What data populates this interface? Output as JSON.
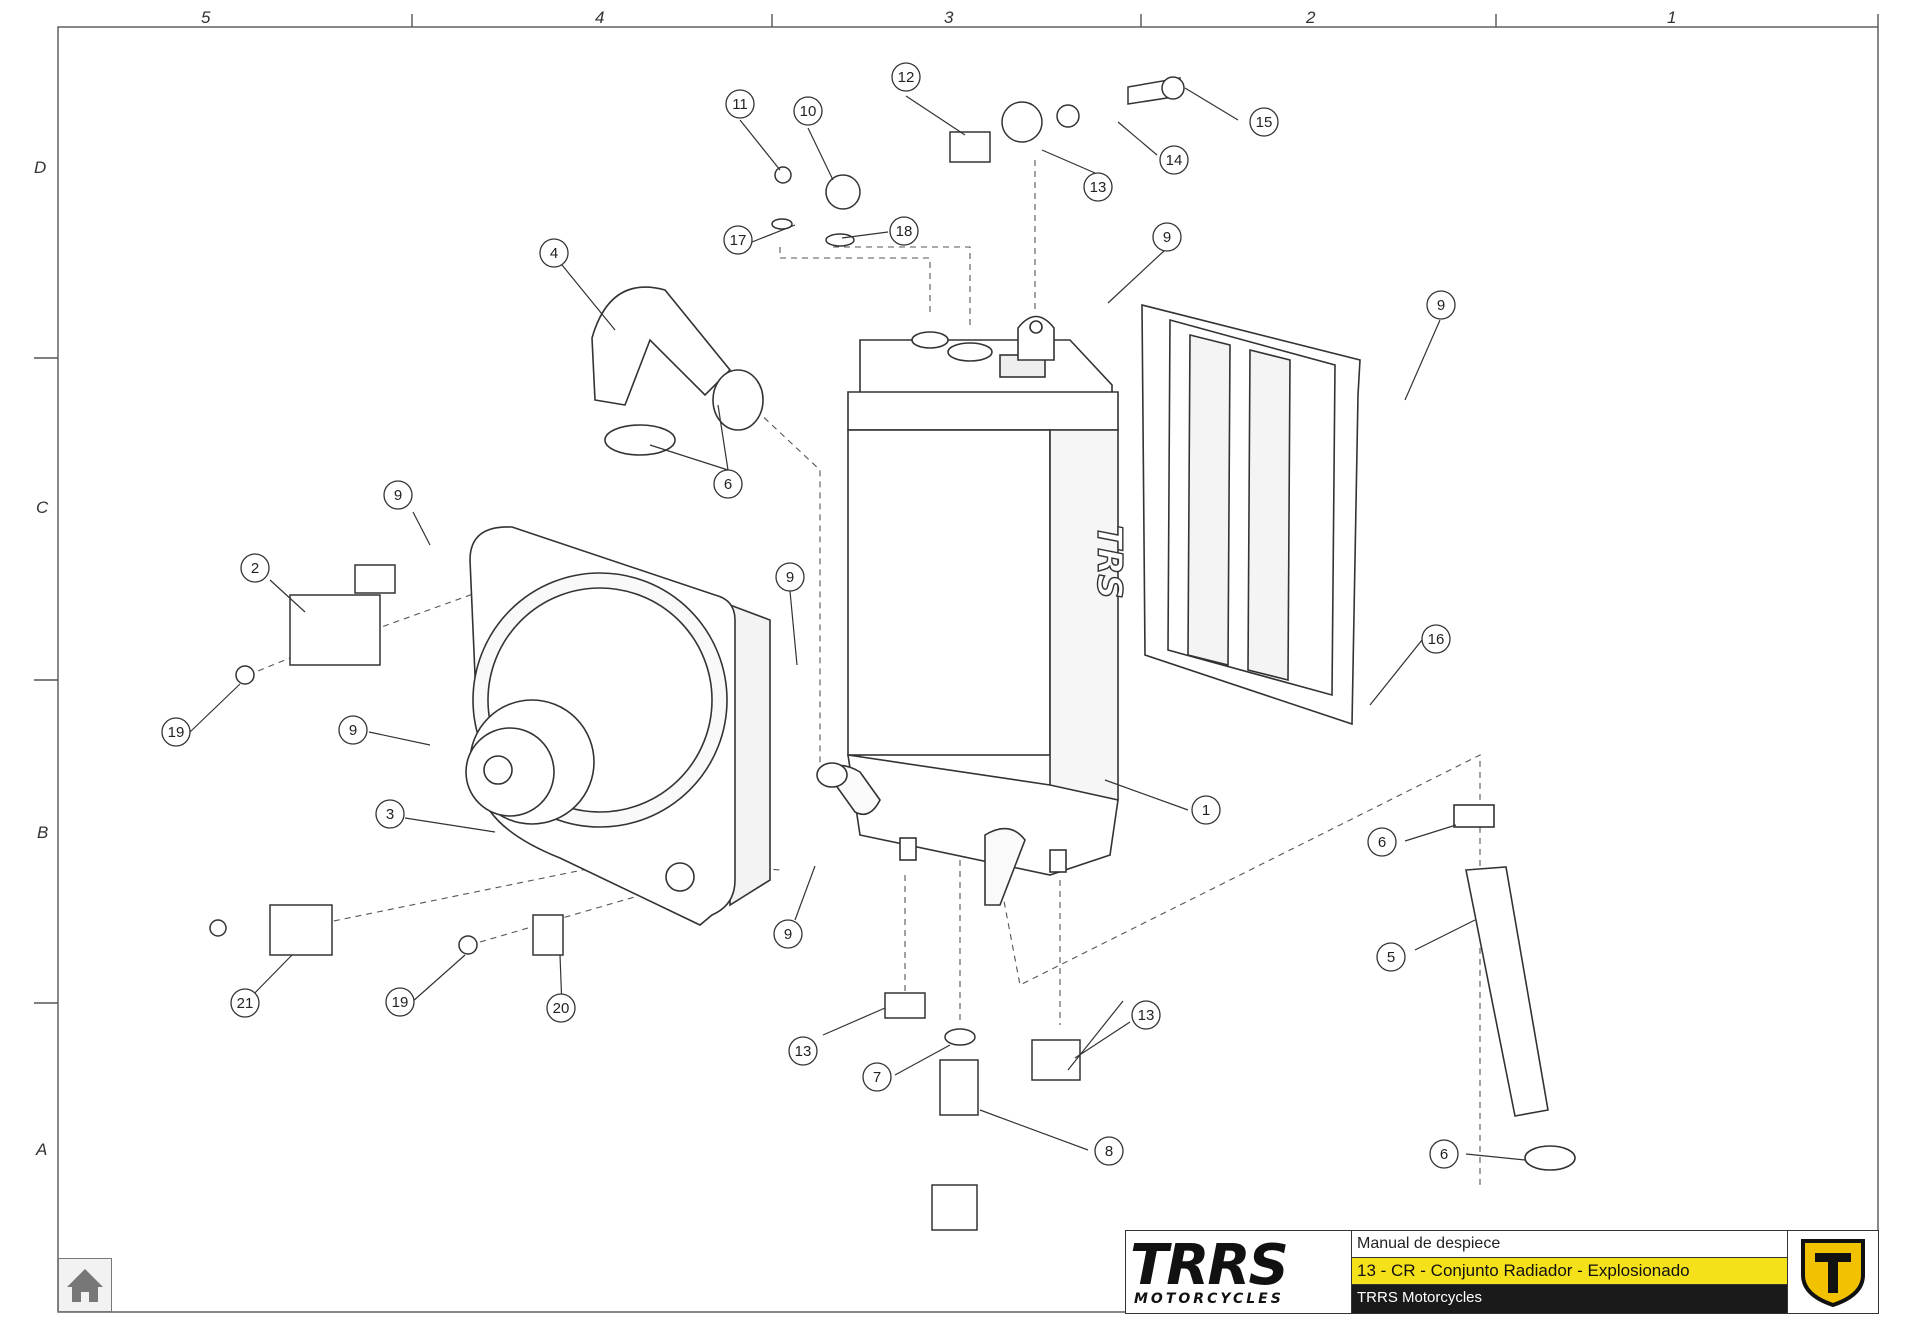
{
  "grid": {
    "columns": [
      "5",
      "4",
      "3",
      "2",
      "1"
    ],
    "rows": [
      "D",
      "C",
      "B",
      "A"
    ]
  },
  "drawing": {
    "callouts": [
      "1",
      "2",
      "3",
      "4",
      "5",
      "6",
      "6",
      "6",
      "7",
      "8",
      "9",
      "9",
      "9",
      "9",
      "9",
      "9",
      "10",
      "11",
      "12",
      "13",
      "13",
      "13",
      "13",
      "14",
      "15",
      "16",
      "17",
      "18",
      "19",
      "19",
      "20",
      "21"
    ],
    "radiator_brand": "TRS"
  },
  "title_block": {
    "brand": "TRRS",
    "brand_sub": "MOTORCYCLES",
    "doc_title": "Manual de despiece",
    "section": "13 - CR - Conjunto Radiador - Explosionado",
    "company": "TRRS Motorcycles"
  },
  "colors": {
    "accent": "#f4e11a",
    "logo_yellow": "#f2c200",
    "dark": "#1a1a1a"
  },
  "icons": {
    "home": "home-icon",
    "logo": "trrs-shield-logo"
  }
}
